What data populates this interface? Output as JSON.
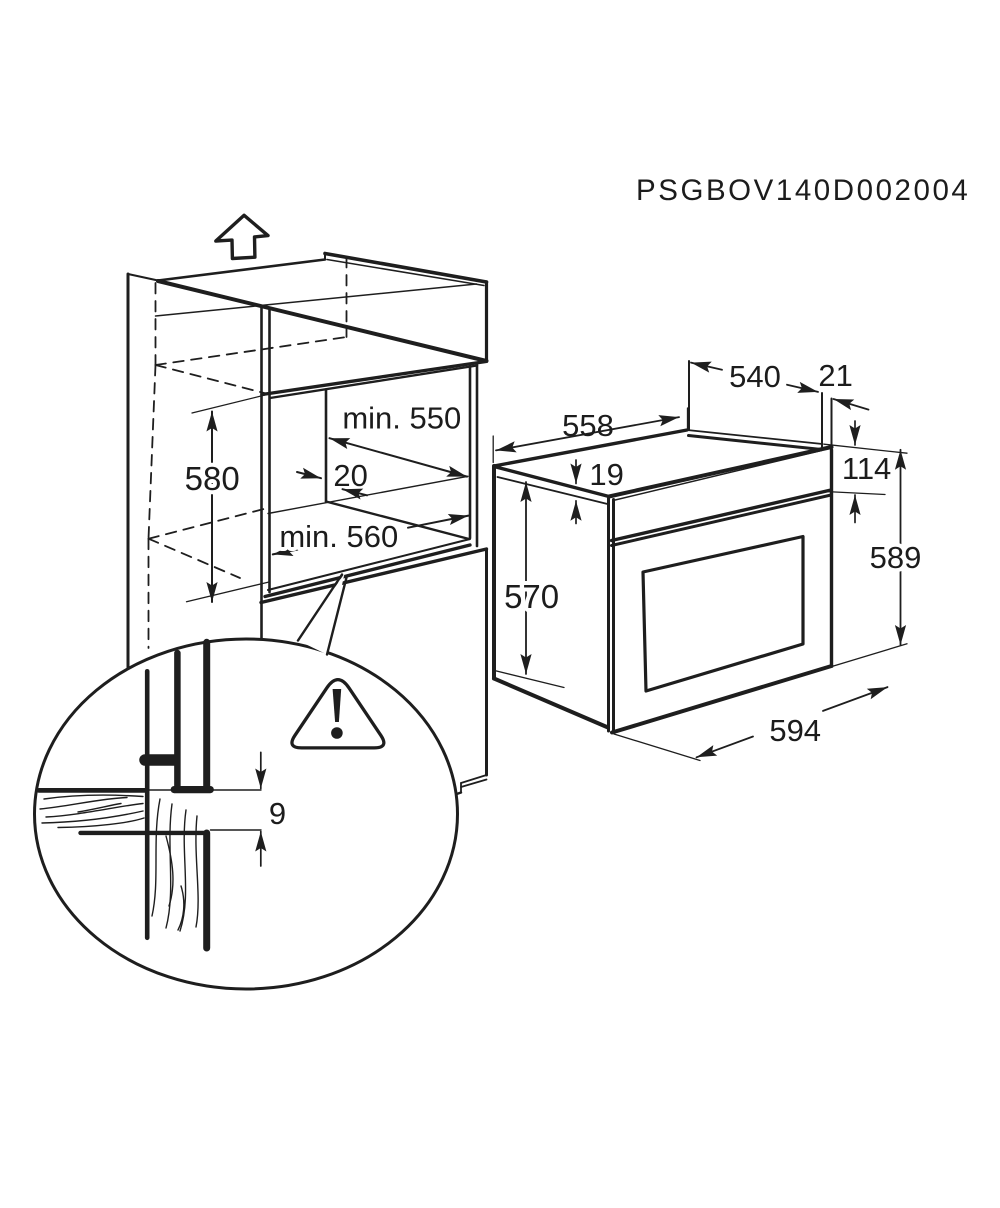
{
  "page": {
    "background": "#ffffff",
    "ink_color": "#1e1e1e",
    "doc_code": "PSGBOV140D002004"
  },
  "icons": {
    "up_arrow": "removal-direction-up-arrow-icon",
    "warning": "warning-exclamation-triangle-icon"
  },
  "cabinet": {
    "description": "tall housing unit with oven niche",
    "dims": {
      "niche_height": "580",
      "niche_depth": "min. 550",
      "rear_gap": "20",
      "niche_width": "min. 560"
    }
  },
  "oven": {
    "description": "built-in oven",
    "dims": {
      "depth_top": "558",
      "depth_body": "540",
      "rear_offset": "21",
      "top_recess": "19",
      "panel_height": "114",
      "front_height": "570",
      "total_height": "589",
      "width": "594"
    }
  },
  "detail": {
    "description": "magnified section of shelf gap",
    "gap": "9",
    "warning_symbol": "!"
  }
}
